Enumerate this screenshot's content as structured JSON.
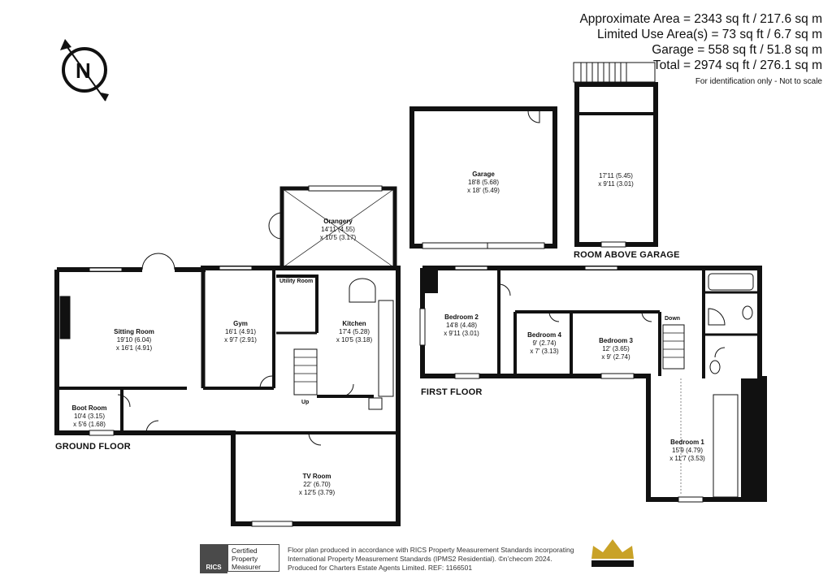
{
  "areas": {
    "approx": "Approximate Area = 2343 sq ft / 217.6 sq m",
    "limited": "Limited Use Area(s) = 73 sq ft / 6.7 sq m",
    "garage": "Garage = 558 sq ft / 51.8 sq m",
    "total": "Total = 2974 sq ft / 276.1 sq m",
    "note": "For identification only - Not to scale"
  },
  "compass": {
    "letter": "N"
  },
  "floors": {
    "ground": "GROUND FLOOR",
    "first": "FIRST FLOOR",
    "above_garage": "ROOM ABOVE GARAGE"
  },
  "rooms": {
    "garage": {
      "name": "Garage",
      "d1": "18'8 (5.68)",
      "d2": "x 18' (5.49)"
    },
    "above_garage": {
      "d1": "17'11 (5.45)",
      "d2": "x 9'11 (3.01)"
    },
    "orangery": {
      "name": "Orangery",
      "d1": "14'11 (4.55)",
      "d2": "x 10'5 (3.17)"
    },
    "sitting": {
      "name": "Sitting Room",
      "d1": "19'10 (6.04)",
      "d2": "x 16'1 (4.91)"
    },
    "gym": {
      "name": "Gym",
      "d1": "16'1 (4.91)",
      "d2": "x 9'7 (2.91)"
    },
    "utility": {
      "name": "Utility Room"
    },
    "kitchen": {
      "name": "Kitchen",
      "d1": "17'4 (5.28)",
      "d2": "x 10'5 (3.18)"
    },
    "boot": {
      "name": "Boot Room",
      "d1": "10'4 (3.15)",
      "d2": "x 5'6 (1.68)"
    },
    "tv": {
      "name": "TV Room",
      "d1": "22' (6.70)",
      "d2": "x 12'5 (3.79)"
    },
    "bed2": {
      "name": "Bedroom 2",
      "d1": "14'8 (4.48)",
      "d2": "x 9'11 (3.01)"
    },
    "bed4": {
      "name": "Bedroom 4",
      "d1": "9' (2.74)",
      "d2": "x 7' (3.13)"
    },
    "bed3": {
      "name": "Bedroom 3",
      "d1": "12' (3.65)",
      "d2": "x 9' (2.74)"
    },
    "bed1": {
      "name": "Bedroom 1",
      "d1": "15'9 (4.79)",
      "d2": "x 11'7 (3.53)"
    }
  },
  "stairs": {
    "up": "Up",
    "down": "Down"
  },
  "footer": {
    "line1": "Floor plan produced in accordance with RICS Property Measurement Standards incorporating",
    "line2": "International Property Measurement Standards (IPMS2 Residential). ©n’checom 2024.",
    "line3": "Produced for Charters Estate Agents Limited.   REF:  1166501",
    "rics": "RICS",
    "cert1": "Certified",
    "cert2": "Property",
    "cert3": "Measurer"
  },
  "colors": {
    "wall": "#111111",
    "crown": "#c9a227"
  }
}
